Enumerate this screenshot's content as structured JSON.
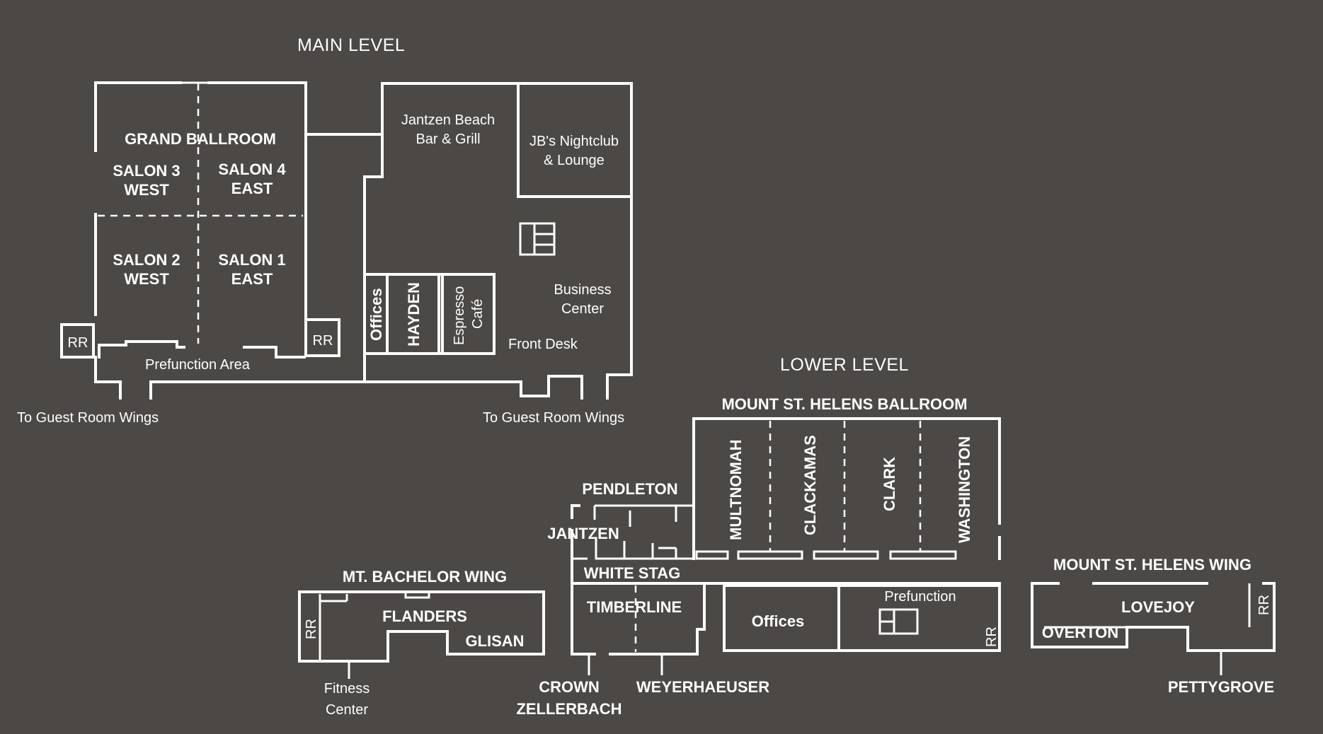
{
  "levels": {
    "main": "MAIN LEVEL",
    "lower": "LOWER LEVEL"
  },
  "main_level": {
    "grand_ballroom": "GRAND BALLROOM",
    "salon_3": [
      "SALON 3",
      "WEST"
    ],
    "salon_4": [
      "SALON 4",
      "EAST"
    ],
    "salon_2": [
      "SALON 2",
      "WEST"
    ],
    "salon_1": [
      "SALON 1",
      "EAST"
    ],
    "rr": "RR",
    "prefunction_area": "Prefunction Area",
    "to_guest_room_wings": "To Guest Room Wings",
    "bar_grill": [
      "Jantzen Beach",
      "Bar & Grill"
    ],
    "nightclub": [
      "JB's Nightclub",
      "& Lounge"
    ],
    "offices": "Offices",
    "hayden": "HAYDEN",
    "espresso_cafe": [
      "Espresso",
      "Café"
    ],
    "business_center": [
      "Business",
      "Center"
    ],
    "front_desk": "Front Desk"
  },
  "lower_level": {
    "mount_st_helens_ballroom": "MOUNT ST. HELENS BALLROOM",
    "multnomah": "MULTNOMAH",
    "clackamas": "CLACKAMAS",
    "clark": "CLARK",
    "washington": "WASHINGTON",
    "pendleton": "PENDLETON",
    "jantzen": "JANTZEN",
    "white_stag": "WHITE STAG",
    "timberline": "TIMBERLINE",
    "crown_zellerbach": [
      "CROWN",
      "ZELLERBACH"
    ],
    "weyerhaeuser": "WEYERHAEUSER",
    "offices": "Offices",
    "prefunction": "Prefunction",
    "rr": "RR",
    "mt_bachelor_wing": "MT. BACHELOR WING",
    "flanders": "FLANDERS",
    "glisan": "GLISAN",
    "fitness_center": [
      "Fitness",
      "Center"
    ],
    "mount_st_helens_wing": "MOUNT ST. HELENS WING",
    "lovejoy": "LOVEJOY",
    "overton": "OVERTON",
    "pettygrove": "PETTYGROVE"
  },
  "colors": {
    "background": "#4b4846",
    "lines": "#ffffff"
  }
}
